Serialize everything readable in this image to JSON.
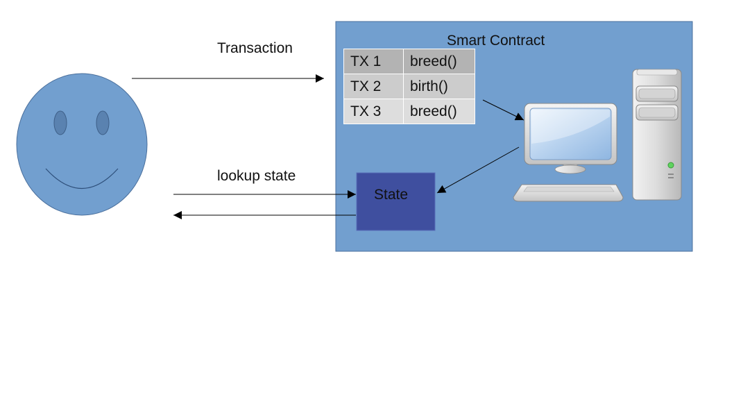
{
  "labels": {
    "transaction": "Transaction",
    "lookup_state": "lookup state",
    "smart_contract": "Smart Contract",
    "state": "State"
  },
  "transactions": [
    {
      "id": "TX 1",
      "fn": "breed()"
    },
    {
      "id": "TX 2",
      "fn": "birth()"
    },
    {
      "id": "TX 3",
      "fn": "breed()"
    }
  ],
  "colors": {
    "user_face": "#729fcf",
    "contract_bg": "#729fcf",
    "state_box": "#3f4f9f",
    "arrow": "#000000"
  },
  "icons": {
    "user": "smiley-face-icon",
    "computer": "desktop-computer-icon"
  }
}
